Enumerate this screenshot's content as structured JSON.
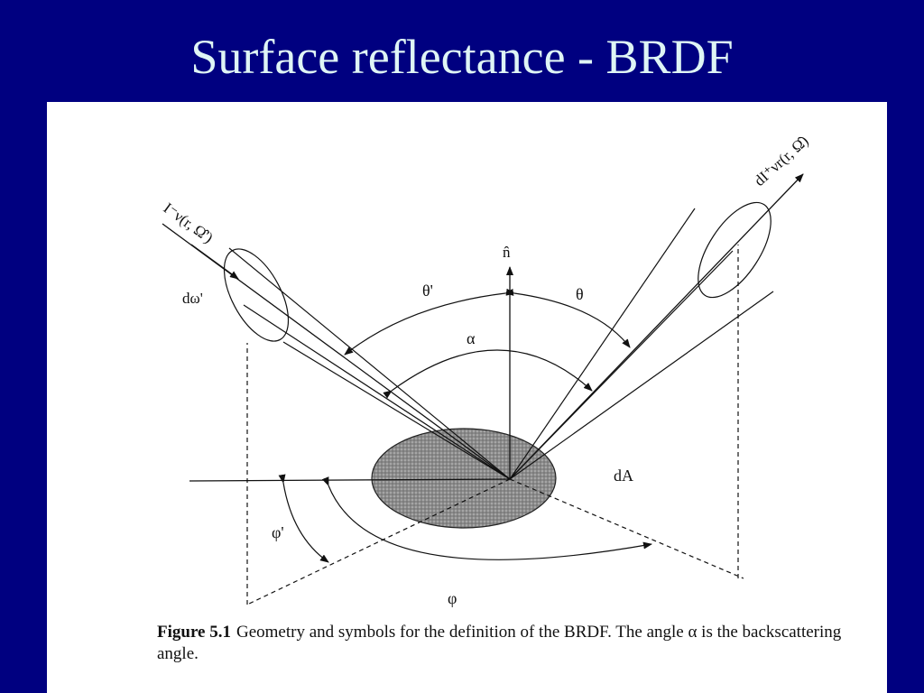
{
  "slide": {
    "title": "Surface reflectance - BRDF"
  },
  "figure": {
    "labels": {
      "incident": "I⁻ν(r, Ω̂')",
      "reflected": "dI⁺νr(r, Ω̂)",
      "normal": "n̂",
      "d_omega": "dω'",
      "theta_prime": "θ'",
      "theta": "θ",
      "alpha": "α",
      "dA": "dA",
      "phi_prime": "φ'",
      "phi": "φ"
    },
    "caption": {
      "number": "Figure 5.1",
      "text": "Geometry and symbols for the definition of the BRDF. The angle α is the backscattering angle."
    }
  }
}
